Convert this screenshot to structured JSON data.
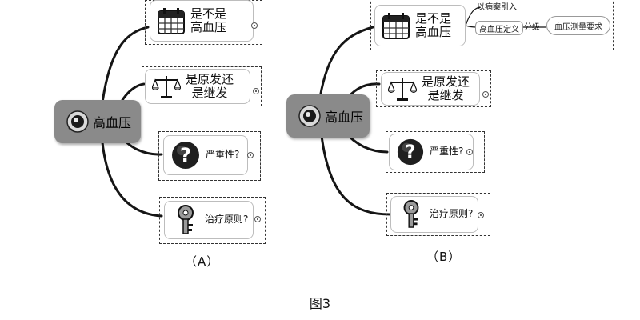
{
  "diagram_a": {
    "root_label": "高血压",
    "branch_1_line_1": "是不是",
    "branch_1_line_2": "高血压",
    "branch_2_line_1": "是原发还",
    "branch_2_line_2": "是继发",
    "branch_3_label": "严重性?",
    "branch_4_label": "治疗原则?",
    "caption": "（A）"
  },
  "diagram_b": {
    "root_label": "高血压",
    "branch_1_line_1": "是不是",
    "branch_1_line_2": "高血压",
    "branch_1_child_top": "以病案引入",
    "branch_1_child": "高血压定义",
    "branch_1_grandchild_label": "分级",
    "branch_1_grandchild": "血压测量要求",
    "branch_2_line_1": "是原发还",
    "branch_2_line_2": "是继发",
    "branch_3_label": "严重性?",
    "branch_4_label": "治疗原则?",
    "caption": "（B）"
  },
  "figure_caption": "图3",
  "icons": {
    "root": "bell-icon",
    "branch_1": "calendar-icon",
    "branch_2": "balance-scale-icon",
    "branch_3": "question-icon",
    "branch_4": "key-icon"
  }
}
